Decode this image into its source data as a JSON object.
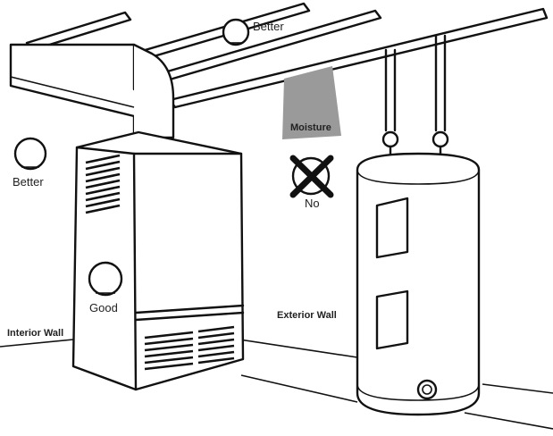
{
  "labels": {
    "better_top": "Better",
    "better_left": "Better",
    "good": "Good",
    "no": "No",
    "moisture": "Moisture",
    "interior_wall": "Interior Wall",
    "exterior_wall": "Exterior Wall"
  },
  "colors": {
    "line": "#111111",
    "moisture_plume": "#9a9a9a",
    "background": "#ffffff"
  },
  "icons": {
    "sensor": "smoke-detector-icon",
    "no_mark": "prohibited-x-icon"
  }
}
